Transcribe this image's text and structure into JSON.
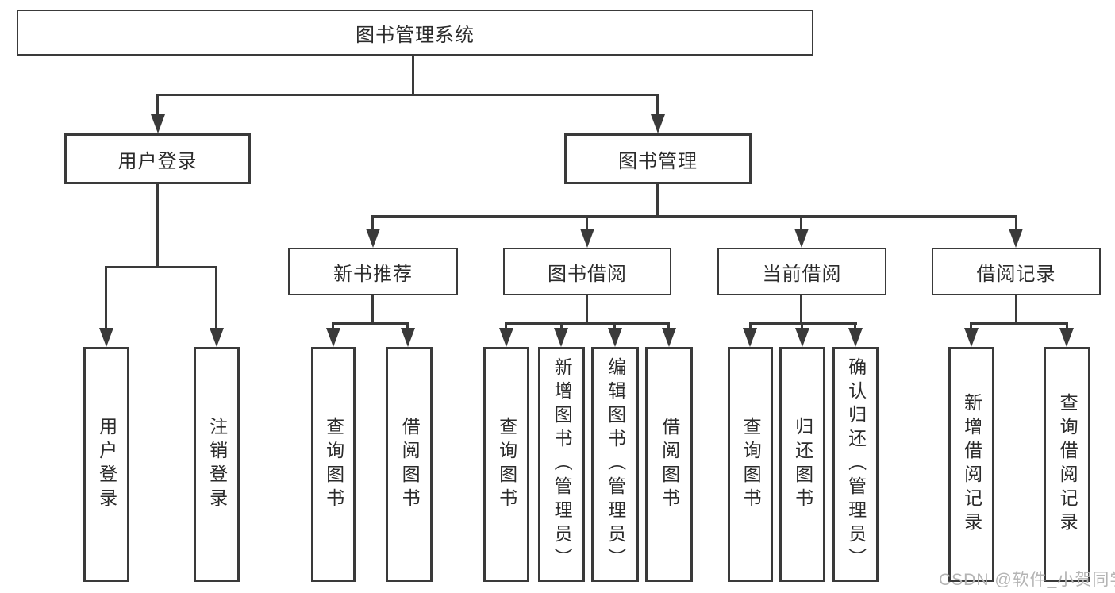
{
  "root": {
    "label": "图书管理系统"
  },
  "level2": {
    "userLogin": {
      "label": "用户登录",
      "leaves": [
        "用户登录",
        "注销登录"
      ]
    },
    "bookMgmt": {
      "label": "图书管理"
    }
  },
  "groups": [
    {
      "label": "新书推荐",
      "leaves": [
        "查询图书",
        "借阅图书"
      ]
    },
    {
      "label": "图书借阅",
      "leaves": [
        "查询图书",
        "新增图书（管理员）",
        "编辑图书（管理员）",
        "借阅图书"
      ]
    },
    {
      "label": "当前借阅",
      "leaves": [
        "查询图书",
        "归还图书",
        "确认归还（管理员）"
      ]
    },
    {
      "label": "借阅记录",
      "leaves": [
        "新增借阅记录",
        "查询借阅记录"
      ]
    }
  ],
  "watermark": "CSDN @软件_小贺同学",
  "colors": {
    "line": "#3a3a3a",
    "text": "#2b2b2b",
    "background": "#ffffff",
    "watermark": "#b4b4b4"
  }
}
